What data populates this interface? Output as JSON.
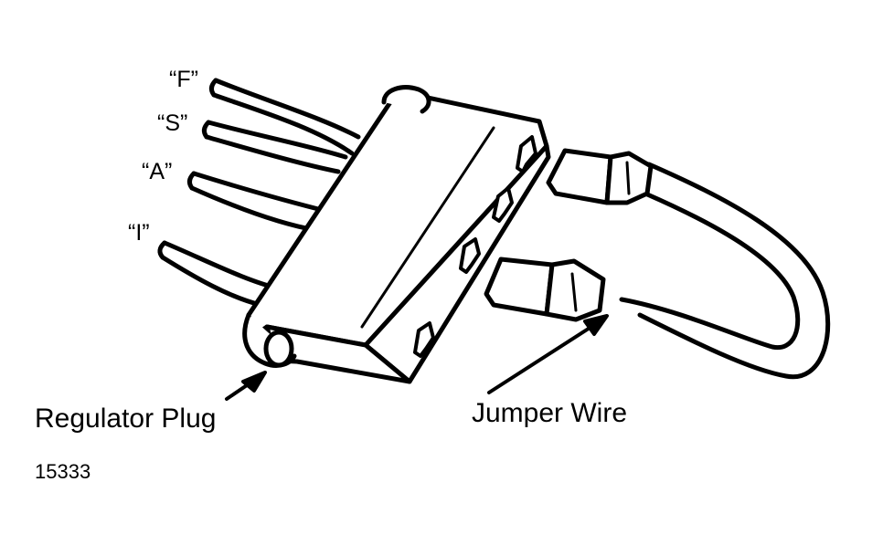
{
  "terminals": {
    "f": "“F”",
    "s": "“S”",
    "a": "“A”",
    "i": "“I”"
  },
  "callouts": {
    "regulator_plug": "Regulator Plug",
    "jumper_wire": "Jumper Wire"
  },
  "figure_number": "15333"
}
